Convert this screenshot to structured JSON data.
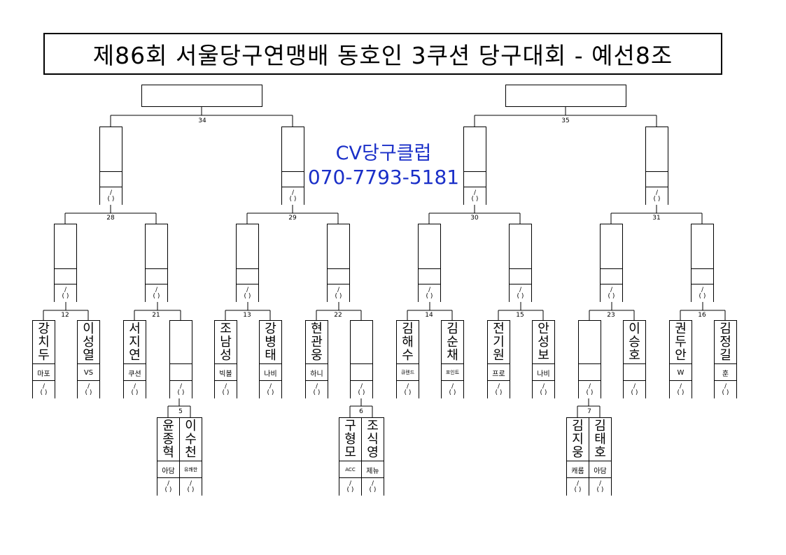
{
  "title": "제86회 서울당구연맹배 동호인 3쿠션 당구대회 - 예선8조",
  "watermark": {
    "line1": "CV당구클럽",
    "line2": "070-7793-5181",
    "color": "#1a2fc8"
  },
  "score_mark": "/\n( )",
  "match_numbers": [
    "34",
    "35",
    "28",
    "29",
    "30",
    "31",
    "12",
    "21",
    "13",
    "22",
    "14",
    "15",
    "23",
    "16",
    "5",
    "6",
    "7"
  ],
  "players": [
    {
      "name": "강치두",
      "club": "마포"
    },
    {
      "name": "이성열",
      "club": "VS"
    },
    {
      "name": "서지연",
      "club": "쿠션"
    },
    {
      "name": "",
      "club": ""
    },
    {
      "name": "조남성",
      "club": "빅볼"
    },
    {
      "name": "강병태",
      "club": "나비"
    },
    {
      "name": "현관웅",
      "club": "하니"
    },
    {
      "name": "",
      "club": ""
    },
    {
      "name": "김해수",
      "club": "큐렌드"
    },
    {
      "name": "김순채",
      "club": "포인트"
    },
    {
      "name": "전기원",
      "club": "프로"
    },
    {
      "name": "안성보",
      "club": "나비"
    },
    {
      "name": "",
      "club": ""
    },
    {
      "name": "이승호",
      "club": ""
    },
    {
      "name": "권두안",
      "club": "W"
    },
    {
      "name": "김정길",
      "club": "훈"
    },
    {
      "name": "윤종혁",
      "club": "아담"
    },
    {
      "name": "이수천",
      "club": "유쾌한"
    },
    {
      "name": "구형모",
      "club": "ACC"
    },
    {
      "name": "조식영",
      "club": "제뉴"
    },
    {
      "name": "김지웅",
      "club": "캐롬"
    },
    {
      "name": "김태호",
      "club": "아담"
    }
  ]
}
